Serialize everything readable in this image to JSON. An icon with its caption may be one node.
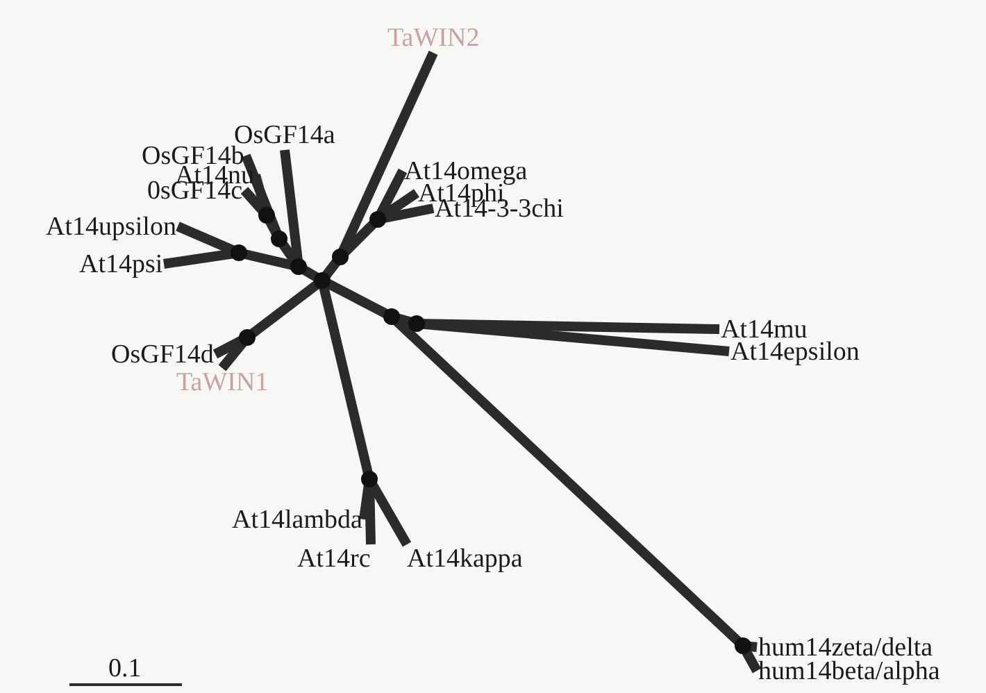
{
  "diagram": {
    "nodes": [
      {
        "text": [
          "OsGF14b"
        ]
      },
      {
        "text": [
          "OsGF14a"
        ]
      },
      {
        "text": [
          "0sGF14c"
        ]
      },
      {
        "text": [
          "At14nu"
        ]
      },
      {
        "text": [
          "At14upsilon"
        ]
      },
      {
        "text": [
          "At14psi"
        ]
      },
      {
        "text": [
          "TaWIN2"
        ]
      },
      {
        "text": [
          "At14omega"
        ]
      },
      {
        "text": [
          "At14phi"
        ]
      },
      {
        "text": [
          "At14-3-3chi"
        ]
      },
      {
        "text": [
          "OsGF14d"
        ]
      },
      {
        "text": [
          "TaWIN1"
        ]
      },
      {
        "text": [
          "At14mu"
        ]
      },
      {
        "text": [
          "At14epsilon"
        ]
      },
      {
        "text": [
          "At14lambda"
        ]
      },
      {
        "text": [
          "At14rc"
        ]
      },
      {
        "text": [
          "At14kappa"
        ]
      },
      {
        "text": [
          "hum14zeta/delta"
        ]
      },
      {
        "text": [
          "hum14beta/alpha"
        ]
      },
      {
        "text": [],
        "shape": "point"
      },
      {
        "text": [],
        "shape": "point"
      },
      {
        "text": [],
        "shape": "point"
      },
      {
        "text": [],
        "shape": "point"
      },
      {
        "text": [],
        "shape": "point"
      },
      {
        "text": [],
        "shape": "point"
      },
      {
        "text": [],
        "shape": "point"
      },
      {
        "text": [],
        "shape": "point"
      },
      {
        "text": [],
        "shape": "point"
      },
      {
        "text": [],
        "shape": "point"
      },
      {
        "text": [],
        "shape": "point"
      },
      {
        "text": [],
        "shape": "point"
      }
    ],
    "edges": [
      {
        "from": 19,
        "to": 20,
        "arrow": "none"
      },
      {
        "from": 20,
        "to": 1,
        "arrow": "none"
      },
      {
        "from": 20,
        "to": 21,
        "arrow": "none"
      },
      {
        "from": 21,
        "to": 0,
        "arrow": "none"
      },
      {
        "from": 21,
        "to": 22,
        "arrow": "none"
      },
      {
        "from": 22,
        "to": 2,
        "arrow": "none"
      },
      {
        "from": 22,
        "to": 3,
        "arrow": "none"
      },
      {
        "from": 20,
        "to": 23,
        "arrow": "none"
      },
      {
        "from": 23,
        "to": 4,
        "arrow": "none"
      },
      {
        "from": 23,
        "to": 5,
        "arrow": "none"
      },
      {
        "from": 19,
        "to": 24,
        "arrow": "none"
      },
      {
        "from": 24,
        "to": 6,
        "arrow": "none"
      },
      {
        "from": 24,
        "to": 25,
        "arrow": "none"
      },
      {
        "from": 25,
        "to": 7,
        "arrow": "none"
      },
      {
        "from": 25,
        "to": 8,
        "arrow": "none"
      },
      {
        "from": 25,
        "to": 9,
        "arrow": "none"
      },
      {
        "from": 19,
        "to": 26,
        "arrow": "none"
      },
      {
        "from": 26,
        "to": 10,
        "arrow": "none"
      },
      {
        "from": 26,
        "to": 11,
        "arrow": "none"
      },
      {
        "from": 19,
        "to": 27,
        "arrow": "none"
      },
      {
        "from": 27,
        "to": 14,
        "arrow": "none"
      },
      {
        "from": 27,
        "to": 15,
        "arrow": "none"
      },
      {
        "from": 27,
        "to": 16,
        "arrow": "none"
      },
      {
        "from": 19,
        "to": 28,
        "arrow": "none"
      },
      {
        "from": 28,
        "to": 29,
        "arrow": "none"
      },
      {
        "from": 29,
        "to": 12,
        "arrow": "none"
      },
      {
        "from": 29,
        "to": 13,
        "arrow": "none"
      },
      {
        "from": 28,
        "to": 30,
        "arrow": "none"
      },
      {
        "from": 30,
        "to": 17,
        "arrow": "none"
      },
      {
        "from": 30,
        "to": 18,
        "arrow": "none"
      }
    ],
    "labels": [
      "0.1"
    ]
  }
}
